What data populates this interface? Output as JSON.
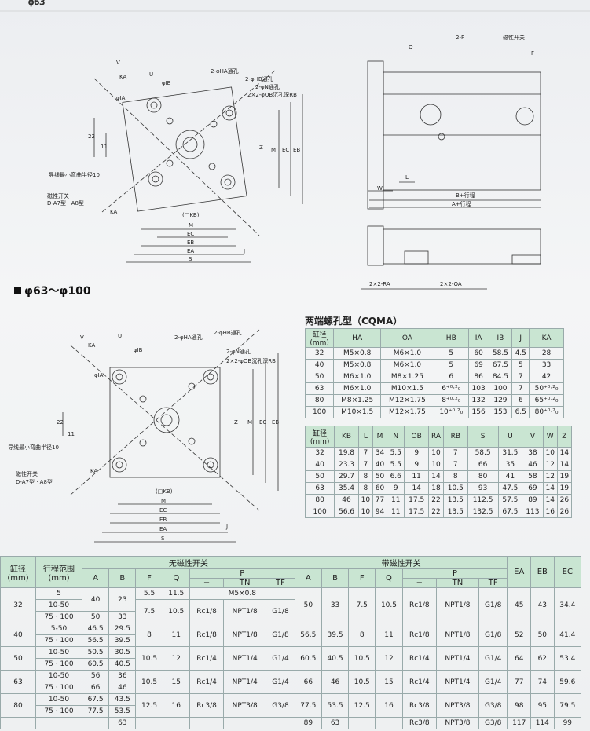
{
  "top_fragment": "φ63",
  "drawing1_labels": {
    "ha": "2-φHA通孔",
    "hb": "2-φHB通孔",
    "n": "2-φN通孔",
    "ob": "2×2-φOB沉孔深RB",
    "lead": "导线最小弯曲半径10",
    "switch": "磁性开关",
    "switch_model": "D-A7型 · A8型",
    "v": "V",
    "u": "U",
    "ka": "KA",
    "ia": "φIA",
    "ib": "φIB",
    "n22": "22",
    "n11": "11",
    "z": "Z",
    "m": "M",
    "ec": "EC",
    "eb": "EB",
    "kb": "(□KB)",
    "ea": "EA",
    "s": "S",
    "j": "J"
  },
  "side_labels": {
    "q": "Q",
    "p": "2-P",
    "switch": "磁性开关",
    "f": "F",
    "w": "W",
    "l": "L",
    "b_stroke": "B+行程",
    "a_stroke": "A+行程",
    "ra": "2×2-RA",
    "oa": "2×2-OA"
  },
  "section_title": "φ63～φ100",
  "cqma_title": "两端螺孔型（CQMA）",
  "t1": {
    "headers": [
      "缸径\n(mm)",
      "HA",
      "OA",
      "HB",
      "IA",
      "IB",
      "J",
      "KA"
    ],
    "rows": [
      [
        "32",
        "M5×0.8",
        "M6×1.0",
        "5",
        "60",
        "58.5",
        "4.5",
        "28"
      ],
      [
        "40",
        "M5×0.8",
        "M6×1.0",
        "5",
        "69",
        "67.5",
        "5",
        "33"
      ],
      [
        "50",
        "M6×1.0",
        "M8×1.25",
        "6",
        "86",
        "84.5",
        "7",
        "42"
      ],
      [
        "63",
        "M6×1.0",
        "M10×1.5",
        "6⁺⁰·²₀",
        "103",
        "100",
        "7",
        "50⁺⁰·²₀"
      ],
      [
        "80",
        "M8×1.25",
        "M12×1.75",
        "8⁺⁰·²₀",
        "132",
        "129",
        "6",
        "65⁺⁰·²₀"
      ],
      [
        "100",
        "M10×1.5",
        "M12×1.75",
        "10⁺⁰·²₀",
        "156",
        "153",
        "6.5",
        "80⁺⁰·²₀"
      ]
    ]
  },
  "t2": {
    "headers": [
      "缸径\n(mm)",
      "KB",
      "L",
      "M",
      "N",
      "OB",
      "RA",
      "RB",
      "S",
      "U",
      "V",
      "W",
      "Z"
    ],
    "rows": [
      [
        "32",
        "19.8",
        "7",
        "34",
        "5.5",
        "9",
        "10",
        "7",
        "58.5",
        "31.5",
        "38",
        "10",
        "14"
      ],
      [
        "40",
        "23.3",
        "7",
        "40",
        "5.5",
        "9",
        "10",
        "7",
        "66",
        "35",
        "46",
        "12",
        "14"
      ],
      [
        "50",
        "29.7",
        "8",
        "50",
        "6.6",
        "11",
        "14",
        "8",
        "80",
        "41",
        "58",
        "12",
        "19"
      ],
      [
        "63",
        "35.4",
        "8",
        "60",
        "9",
        "14",
        "18",
        "10.5",
        "93",
        "47.5",
        "69",
        "14",
        "19"
      ],
      [
        "80",
        "46",
        "10",
        "77",
        "11",
        "17.5",
        "22",
        "13.5",
        "112.5",
        "57.5",
        "89",
        "14",
        "26"
      ],
      [
        "100",
        "56.6",
        "10",
        "94",
        "11",
        "17.5",
        "22",
        "13.5",
        "132.5",
        "67.5",
        "113",
        "16",
        "26"
      ]
    ]
  },
  "t3": {
    "h_bore": "缸径\n(mm)",
    "h_stroke": "行程范围\n(mm)",
    "h_nomag": "无磁性开关",
    "h_mag": "带磁性开关",
    "h_a": "A",
    "h_b": "B",
    "h_f": "F",
    "h_q": "Q",
    "h_p": "P",
    "h_dash": "−",
    "h_tn": "TN",
    "h_tf": "TF",
    "h_ea": "EA",
    "h_eb": "EB",
    "h_ec": "EC",
    "groups": [
      {
        "bore": "32",
        "rows": [
          [
            "5",
            "40",
            "23"
          ],
          [
            "10-50",
            "",
            ""
          ],
          [
            "75 · 100",
            "50",
            "33"
          ]
        ],
        "nomag": {
          "f1": "5.5",
          "q1": "11.5",
          "p1": "M5×0.8",
          "f2": "7.5",
          "q2": "10.5",
          "dash": "Rc1/8",
          "tn": "NPT1/8",
          "tf": "G1/8"
        },
        "mag": [
          "50",
          "33",
          "7.5",
          "10.5",
          "Rc1/8",
          "NPT1/8",
          "G1/8",
          "45",
          "43",
          "34.4"
        ]
      },
      {
        "bore": "40",
        "rows": [
          [
            "5-50",
            "46.5",
            "29.5"
          ],
          [
            "75 · 100",
            "56.5",
            "39.5"
          ]
        ],
        "nomag": [
          "8",
          "11",
          "Rc1/8",
          "NPT1/8",
          "G1/8"
        ],
        "mag": [
          "56.5",
          "39.5",
          "8",
          "11",
          "Rc1/8",
          "NPT1/8",
          "G1/8",
          "52",
          "50",
          "41.4"
        ]
      },
      {
        "bore": "50",
        "rows": [
          [
            "10-50",
            "50.5",
            "30.5"
          ],
          [
            "75 · 100",
            "60.5",
            "40.5"
          ]
        ],
        "nomag": [
          "10.5",
          "12",
          "Rc1/4",
          "NPT1/4",
          "G1/4"
        ],
        "mag": [
          "60.5",
          "40.5",
          "10.5",
          "12",
          "Rc1/4",
          "NPT1/4",
          "G1/4",
          "64",
          "62",
          "53.4"
        ]
      },
      {
        "bore": "63",
        "rows": [
          [
            "10-50",
            "56",
            "36"
          ],
          [
            "75 · 100",
            "66",
            "46"
          ]
        ],
        "nomag": [
          "10.5",
          "15",
          "Rc1/4",
          "NPT1/4",
          "G1/4"
        ],
        "mag": [
          "66",
          "46",
          "10.5",
          "15",
          "Rc1/4",
          "NPT1/4",
          "G1/4",
          "77",
          "74",
          "59.6"
        ]
      },
      {
        "bore": "80",
        "rows": [
          [
            "10-50",
            "67.5",
            "43.5"
          ],
          [
            "75 · 100",
            "77.5",
            "53.5"
          ]
        ],
        "nomag": [
          "12.5",
          "16",
          "Rc3/8",
          "NPT3/8",
          "G3/8"
        ],
        "mag": [
          "77.5",
          "53.5",
          "12.5",
          "16",
          "Rc3/8",
          "NPT3/8",
          "G3/8",
          "98",
          "95",
          "79.5"
        ]
      },
      {
        "bore": "",
        "rows": [
          [
            "",
            "",
            "63"
          ]
        ],
        "nomag": [
          "",
          "",
          "",
          "",
          ""
        ],
        "mag": [
          "89",
          "63",
          "",
          "",
          "Rc3/8",
          "NPT3/8",
          "G3/8",
          "117",
          "114",
          "99"
        ]
      }
    ]
  }
}
